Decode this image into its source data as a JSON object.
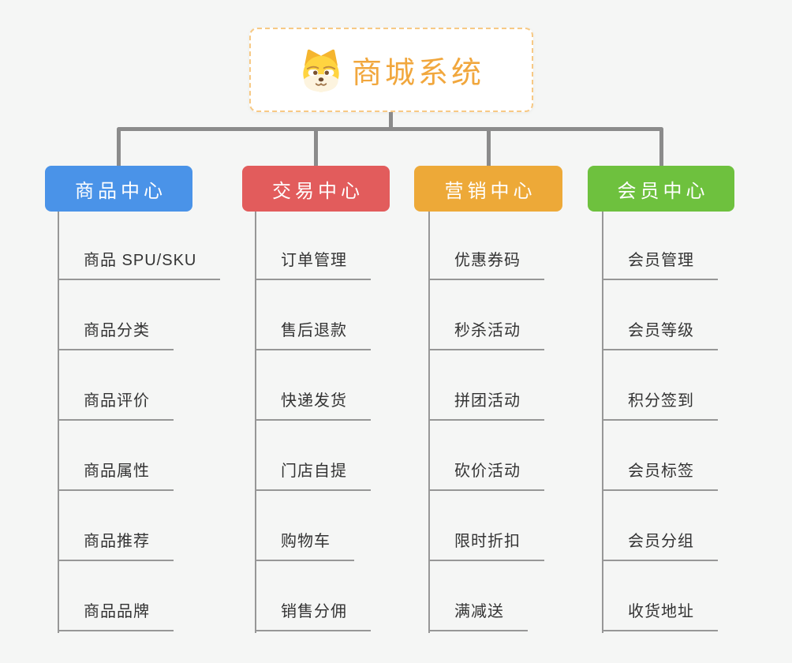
{
  "root": {
    "title": "商城系统",
    "icon": "dog-face-icon",
    "accent_color": "#f1a73d",
    "border_color": "#f7c985"
  },
  "connector_color": "#8b8b8b",
  "line_color": "#979797",
  "branches": [
    {
      "label": "商品中心",
      "color": "#4a93e8",
      "children": [
        "商品 SPU/SKU",
        "商品分类",
        "商品评价",
        "商品属性",
        "商品推荐",
        "商品品牌"
      ]
    },
    {
      "label": "交易中心",
      "color": "#e25c5c",
      "children": [
        "订单管理",
        "售后退款",
        "快递发货",
        "门店自提",
        "购物车",
        "销售分佣"
      ]
    },
    {
      "label": "营销中心",
      "color": "#eda938",
      "children": [
        "优惠券码",
        "秒杀活动",
        "拼团活动",
        "砍价活动",
        "限时折扣",
        "满减送"
      ]
    },
    {
      "label": "会员中心",
      "color": "#6ec13e",
      "children": [
        "会员管理",
        "会员等级",
        "积分签到",
        "会员标签",
        "会员分组",
        "收货地址"
      ]
    }
  ]
}
